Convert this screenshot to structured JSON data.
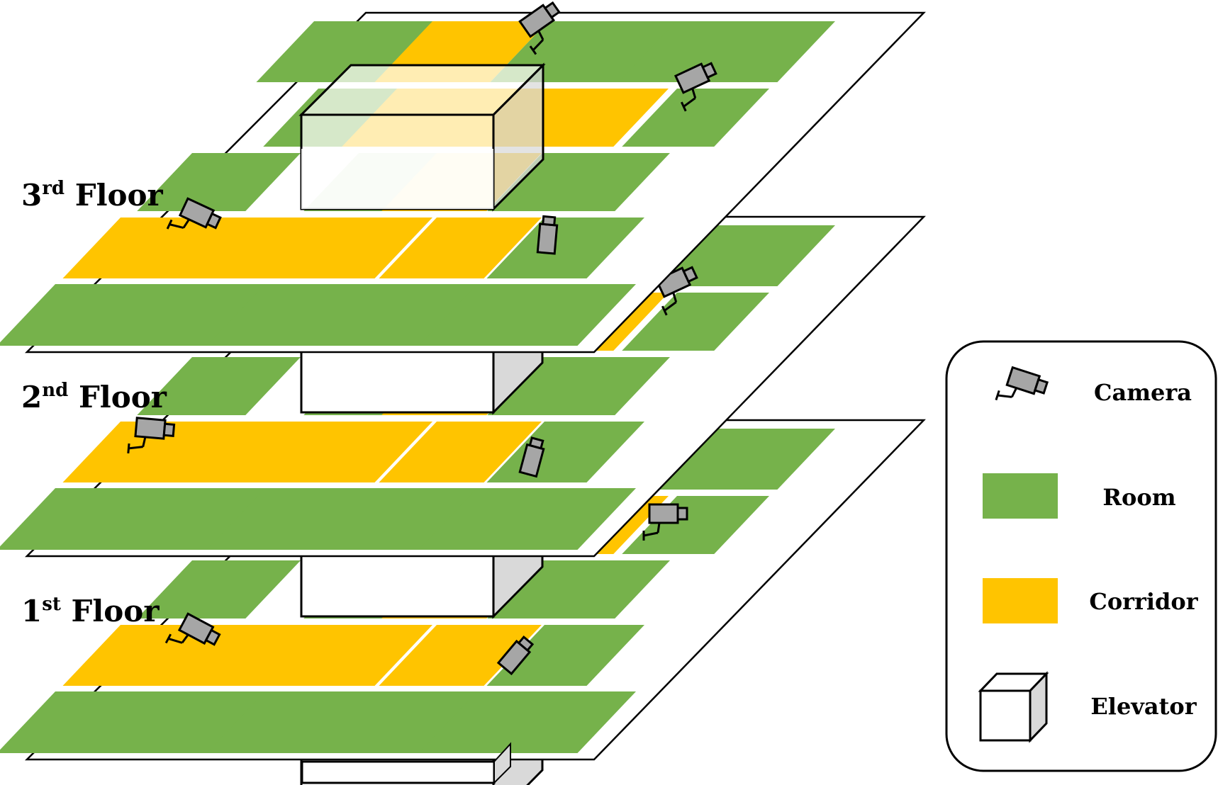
{
  "colors": {
    "room": "#76B24B",
    "corridor": "#FFC400",
    "camera_body": "#A6A6A6",
    "elevator_side": "#D9D9D9",
    "outline": "#000000",
    "background": "#FFFFFF"
  },
  "floors": [
    {
      "id": "floor-3",
      "number": "3",
      "suffix": "rd",
      "word": "Floor"
    },
    {
      "id": "floor-2",
      "number": "2",
      "suffix": "nd",
      "word": "Floor"
    },
    {
      "id": "floor-1",
      "number": "1",
      "suffix": "st",
      "word": "Floor"
    }
  ],
  "legend": {
    "camera": "Camera",
    "room": "Room",
    "corridor": "Corridor",
    "elevator": "Elevator"
  },
  "icons": {
    "camera": "security-camera-icon",
    "room": "green-rectangle-swatch",
    "corridor": "yellow-rectangle-swatch",
    "elevator": "white-cube-icon"
  }
}
